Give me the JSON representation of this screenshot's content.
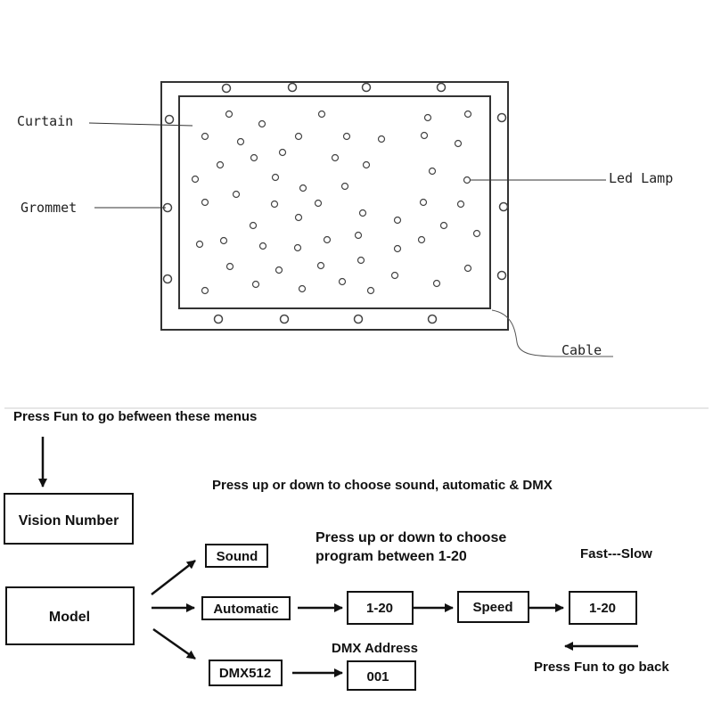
{
  "curtain_diagram": {
    "labels": {
      "curtain": "Curtain",
      "grommet": "Grommet",
      "led_lamp": "Led Lamp",
      "cable": "Cable"
    }
  },
  "flow": {
    "intro": "Press Fun to go befween these menus",
    "instruction_mode": "Press up or down to choose sound, automatic & DMX",
    "instruction_program_1": "Press up or down to choose",
    "instruction_program_2": "program between 1-20",
    "speed_hint": "Fast---Slow",
    "back_hint": "Press Fun to go back",
    "dmx_address_label": "DMX Address",
    "boxes": {
      "vision_number": "Vision Number",
      "model": "Model",
      "sound": "Sound",
      "automatic": "Automatic",
      "dmx512": "DMX512",
      "program": "1-20",
      "speed": "Speed",
      "speed_value": "1-20",
      "address": "001"
    }
  }
}
